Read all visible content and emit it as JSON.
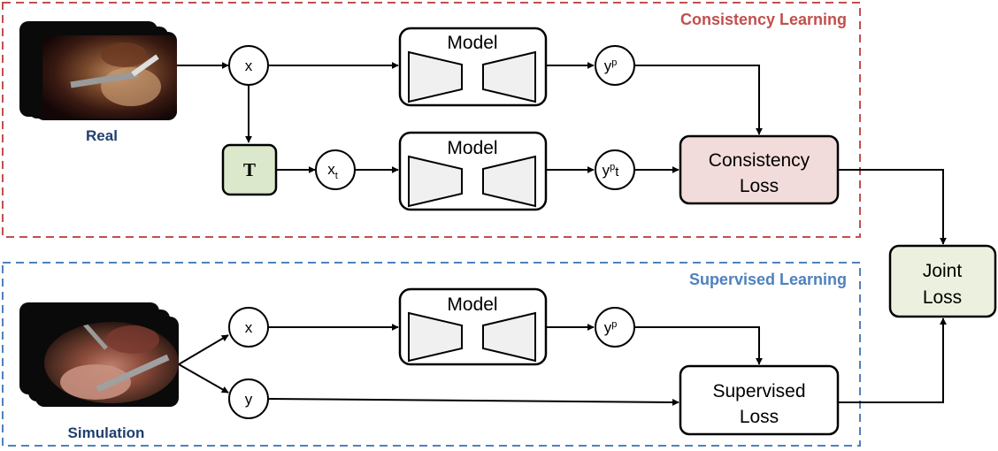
{
  "colors": {
    "consistency_border": "#c0504d",
    "supervised_border": "#4f81bd",
    "transform_fill": "#dbe8cc",
    "consistency_loss_fill": "#f2dcdb",
    "joint_loss_fill": "#ebf1de",
    "decoder_fill": "#f0f0f0"
  },
  "consistency": {
    "title": "Consistency Learning",
    "source_label": "Real",
    "input": "x",
    "transform": "T",
    "transformed_input": "x",
    "transformed_input_sub": "t",
    "model_top": "Model",
    "model_bottom": "Model",
    "pred": "y",
    "pred_sup": "p",
    "pred_t": "y",
    "pred_t_sup": "p",
    "pred_t_sub": "t",
    "loss_line1": "Consistency",
    "loss_line2": "Loss"
  },
  "supervised": {
    "title": "Supervised Learning",
    "source_label": "Simulation",
    "input": "x",
    "label": "y",
    "model": "Model",
    "pred": "y",
    "pred_sup": "p",
    "loss_line1": "Supervised",
    "loss_line2": "Loss"
  },
  "joint": {
    "line1": "Joint",
    "line2": "Loss"
  }
}
